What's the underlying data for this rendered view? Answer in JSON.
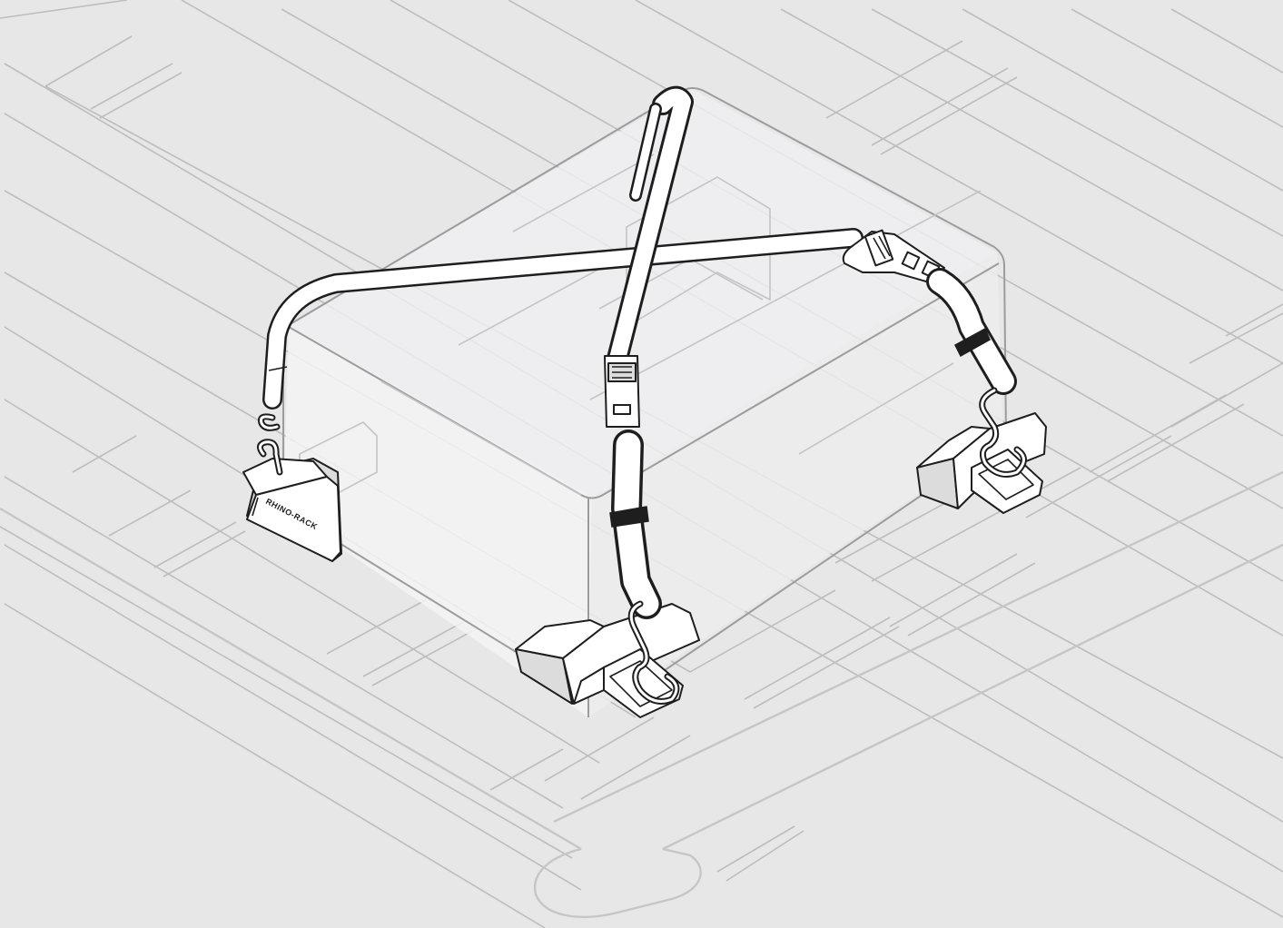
{
  "diagram": {
    "background": "#e7e7e8",
    "strap_color": "#1e1e1e",
    "rail_color": "#bdbdbf",
    "load_box_color": "#f0f0f1",
    "components": [
      "roof-platform-slats",
      "load-box",
      "ratchet-strap-diagonal",
      "ratchet-strap-cross",
      "hold-down-block-left",
      "hold-down-block-front",
      "hold-down-block-right"
    ],
    "block_label": "RHINO-RACK"
  }
}
